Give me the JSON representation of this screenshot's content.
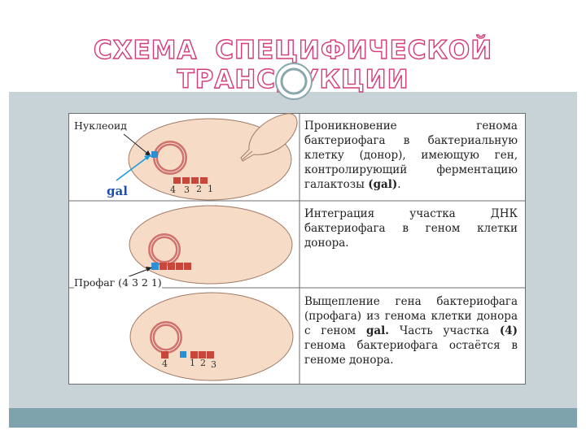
{
  "title": "СХЕМА СПЕЦИФИЧЕСКОЙ ТРАНСДУКЦИИ",
  "labels": {
    "nucleoid": "Нуклеоид",
    "gal": "gal",
    "prophage": "Профаг (4 3 2 1)"
  },
  "steps": [
    {
      "text": "Проникновение генома бактериофага в бактериальную клетку (донор), имеющую ген, контролирующий ферментацию галактозы",
      "bold": "(gal)",
      "tail": "."
    },
    {
      "text": "Интеграция участка ДНК бактериофага в геном клетки донора."
    },
    {
      "pre": "Выщепление гена бактериофага (профага) из генома клетки донора с геном",
      "bold1": "gal.",
      "mid": "Часть участка",
      "bold2": "(4)",
      "post": "генома бактериофага остаётся в геноме донора."
    }
  ],
  "gene_numbers": {
    "cell1": [
      "4",
      "3",
      "2",
      "1"
    ],
    "cell3_left": "4",
    "cell3_right": [
      "1",
      "2",
      "3"
    ]
  },
  "colors": {
    "title_outline": "#d63a7a",
    "cell_fill": "#f6dcc6",
    "ring": "#d0736a",
    "gene_block": "#c8473a",
    "gal_block": "#2b8fd6",
    "arrow": "#1a9be0",
    "band": "#c7d3d6",
    "footer": "#7fa3ad"
  }
}
